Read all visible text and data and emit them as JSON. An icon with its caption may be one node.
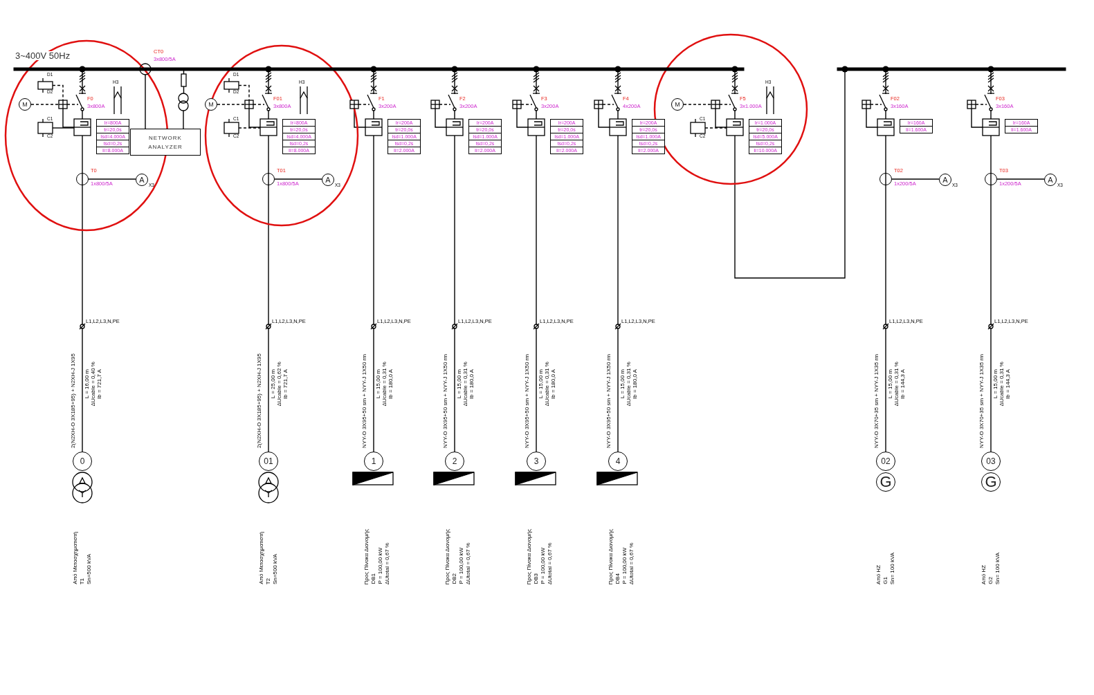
{
  "diagram": {
    "nodes": [
      {
        "text": [],
        "shape": "bar"
      },
      {
        "text": [],
        "shape": "bar"
      },
      {
        "text": [
          "NETWORK ANALYZER"
        ]
      },
      {
        "text": [
          "Ir=800A",
          "tr=20,0s",
          "Isd=4.000A",
          "tsd=0,2s",
          "Ii=8.000A"
        ]
      },
      {
        "text": [
          "Ir=800A",
          "tr=20,0s",
          "Isd=4.000A",
          "tsd=0,2s",
          "Ii=8.000A"
        ]
      },
      {
        "text": [
          "Ir=200A",
          "tr=20,0s",
          "Isd=1.000A",
          "tsd=0,2s",
          "Ii=2.000A"
        ]
      },
      {
        "text": [
          "Ir=200A",
          "tr=20,0s",
          "Isd=1.000A",
          "tsd=0,2s",
          "Ii=2.000A"
        ]
      },
      {
        "text": [
          "Ir=200A",
          "tr=20,0s",
          "Isd=1.000A",
          "tsd=0,2s",
          "Ii=2.000A"
        ]
      },
      {
        "text": [
          "Ir=200A",
          "tr=20,0s",
          "Isd=1.000A",
          "tsd=0,2s",
          "Ii=2.000A"
        ]
      },
      {
        "text": [
          "Ir=1.000A",
          "tr=20,0s",
          "Isd=5.000A",
          "tsd=0,2s",
          "Ii=10.000A"
        ]
      },
      {
        "text": [
          "Ir=160A",
          "Ii=1.600A"
        ]
      },
      {
        "text": [
          "Ir=160A",
          "Ii=1.600A"
        ]
      },
      {
        "text": [
          "0"
        ]
      },
      {
        "text": [
          "01"
        ]
      },
      {
        "text": [
          "1"
        ]
      },
      {
        "text": [
          "2"
        ]
      },
      {
        "text": [
          "3"
        ]
      },
      {
        "text": [
          "4"
        ]
      },
      {
        "text": [
          "02"
        ]
      },
      {
        "text": [
          "03"
        ]
      },
      {
        "text": [
          "G"
        ]
      },
      {
        "text": [
          "G"
        ]
      },
      {
        "text": [],
        "shape": "circle"
      },
      {
        "text": [],
        "shape": "circle"
      },
      {
        "text": [],
        "shape": "circle"
      },
      {
        "text": [],
        "shape": "circle"
      },
      {
        "text": [
          "A"
        ]
      },
      {
        "text": [
          "A"
        ]
      },
      {
        "text": [
          "A"
        ]
      },
      {
        "text": [
          "A"
        ]
      },
      {
        "text": [
          "M"
        ]
      },
      {
        "text": [
          "M"
        ]
      },
      {
        "text": [
          "M"
        ]
      },
      {
        "text": [],
        "shape": "box"
      },
      {
        "text": [],
        "shape": "box"
      },
      {
        "text": [],
        "shape": "box"
      },
      {
        "text": [],
        "shape": "box"
      },
      {
        "text": [],
        "shape": "box"
      },
      {
        "text": [],
        "shape": "box"
      },
      {
        "text": [],
        "shape": "box"
      },
      {
        "text": [],
        "shape": "box"
      },
      {
        "text": [],
        "shape": "box"
      },
      {
        "text": [],
        "shape": "box"
      },
      {
        "text": [],
        "shape": "box"
      },
      {
        "text": [],
        "shape": "box"
      },
      {
        "text": [],
        "shape": "box"
      },
      {
        "text": [],
        "shape": "box"
      },
      {
        "text": [],
        "shape": "box"
      },
      {
        "text": [],
        "shape": "box"
      },
      {
        "text": [],
        "shape": "box"
      },
      {
        "text": [],
        "shape": "box"
      },
      {
        "text": [],
        "shape": "box"
      },
      {
        "text": [],
        "shape": "box"
      },
      {
        "text": [],
        "shape": "box"
      },
      {
        "text": [],
        "shape": "box"
      },
      {
        "text": [],
        "shape": "box"
      },
      {
        "text": [],
        "shape": "switch"
      },
      {
        "text": [],
        "shape": "switch"
      },
      {
        "text": [],
        "shape": "switch"
      },
      {
        "text": [],
        "shape": "switch"
      },
      {
        "text": [],
        "shape": "switch"
      },
      {
        "text": [],
        "shape": "switch"
      },
      {
        "text": [],
        "shape": "switch"
      },
      {
        "text": [],
        "shape": "switch"
      },
      {
        "text": [],
        "shape": "switch"
      },
      {
        "text": [],
        "shape": "circle"
      },
      {
        "text": [],
        "shape": "circle"
      },
      {
        "text": [],
        "shape": "box"
      }
    ],
    "edges": [
      {
        "from": 0,
        "to": 56,
        "arrow": "other"
      },
      {
        "from": 0,
        "to": 57,
        "arrow": "other"
      },
      {
        "from": 0,
        "to": 58,
        "arrow": "other"
      },
      {
        "from": 0,
        "to": 59,
        "arrow": "other"
      },
      {
        "from": 0,
        "to": 60,
        "arrow": "other"
      },
      {
        "from": 0,
        "to": 61,
        "arrow": "other"
      },
      {
        "from": 48,
        "to": 1,
        "arrow": "other"
      },
      {
        "from": 1,
        "to": 63,
        "arrow": "other"
      },
      {
        "from": 1,
        "to": 64,
        "arrow": "other"
      },
      {
        "from": 22,
        "to": 26,
        "arrow": "none"
      },
      {
        "from": 23,
        "to": 27,
        "arrow": "none"
      },
      {
        "from": 24,
        "to": 28,
        "arrow": "none"
      },
      {
        "from": 25,
        "to": 29,
        "arrow": "none"
      },
      {
        "from": 2,
        "to": 65,
        "arrow": "none"
      },
      {
        "from": 2,
        "to": 66,
        "arrow": "none"
      },
      {
        "from": 30,
        "to": 33,
        "arrow": "none",
        "style": "dashed"
      },
      {
        "from": 31,
        "to": 34,
        "arrow": "none",
        "style": "dashed"
      },
      {
        "from": 32,
        "to": 39,
        "arrow": "none",
        "style": "dashed"
      },
      {
        "from": 33,
        "to": 42,
        "arrow": "none"
      },
      {
        "from": 34,
        "to": 43,
        "arrow": "none"
      },
      {
        "from": 35,
        "to": 44,
        "arrow": "none"
      },
      {
        "from": 36,
        "to": 45,
        "arrow": "none"
      },
      {
        "from": 37,
        "to": 46,
        "arrow": "none"
      },
      {
        "from": 38,
        "to": 47,
        "arrow": "none"
      },
      {
        "from": 39,
        "to": 48,
        "arrow": "none"
      },
      {
        "from": 40,
        "to": 49,
        "arrow": "none"
      },
      {
        "from": 41,
        "to": 50,
        "arrow": "none"
      },
      {
        "from": 51,
        "to": 33,
        "arrow": "none",
        "style": "dashed"
      },
      {
        "from": 52,
        "to": 34,
        "arrow": "none",
        "style": "dashed"
      },
      {
        "from": 53,
        "to": 42,
        "arrow": "none"
      },
      {
        "from": 54,
        "to": 43,
        "arrow": "none",
        "style": "dashed"
      },
      {
        "from": 55,
        "to": 48,
        "arrow": "none",
        "style": "dashed"
      },
      {
        "from": 0,
        "to": 62,
        "arrow": "other"
      },
      {
        "from": 56,
        "to": 42,
        "arrow": "none"
      },
      {
        "from": 57,
        "to": 43,
        "arrow": "none"
      },
      {
        "from": 58,
        "to": 44,
        "arrow": "none"
      },
      {
        "from": 59,
        "to": 45,
        "arrow": "none"
      },
      {
        "from": 60,
        "to": 46,
        "arrow": "none"
      },
      {
        "from": 61,
        "to": 47,
        "arrow": "none"
      },
      {
        "from": 62,
        "to": 48,
        "arrow": "none"
      },
      {
        "from": 63,
        "to": 49,
        "arrow": "none"
      },
      {
        "from": 64,
        "to": 50,
        "arrow": "none"
      },
      {
        "from": 42,
        "to": 12,
        "arrow": "none"
      },
      {
        "from": 43,
        "to": 13,
        "arrow": "none"
      },
      {
        "from": 44,
        "to": 14,
        "arrow": "none"
      },
      {
        "from": 45,
        "to": 15,
        "arrow": "none"
      },
      {
        "from": 46,
        "to": 16,
        "arrow": "none"
      },
      {
        "from": 47,
        "to": 17,
        "arrow": "none"
      },
      {
        "from": 49,
        "to": 18,
        "arrow": "none"
      },
      {
        "from": 50,
        "to": 19,
        "arrow": "none"
      },
      {
        "from": 33,
        "to": 56,
        "arrow": "none",
        "style": "dashed"
      },
      {
        "from": 34,
        "to": 57,
        "arrow": "none",
        "style": "dashed"
      },
      {
        "from": 35,
        "to": 58,
        "arrow": "none",
        "style": "dashed"
      },
      {
        "from": 36,
        "to": 59,
        "arrow": "none",
        "style": "dashed"
      },
      {
        "from": 37,
        "to": 60,
        "arrow": "none",
        "style": "dashed"
      },
      {
        "from": 38,
        "to": 61,
        "arrow": "none",
        "style": "dashed"
      },
      {
        "from": 39,
        "to": 62,
        "arrow": "none",
        "style": "dashed"
      },
      {
        "from": 40,
        "to": 63,
        "arrow": "none",
        "style": "dashed"
      },
      {
        "from": 41,
        "to": 64,
        "arrow": "none",
        "style": "dashed"
      },
      {
        "from": 66,
        "to": 67,
        "arrow": "none"
      },
      {
        "from": 67,
        "to": 0,
        "arrow": "none"
      }
    ],
    "labels": [
      "3~400V 50Hz",
      "CT0",
      "3x800/5A",
      "D1",
      "D2",
      "H3",
      "F0",
      "3x800A",
      "C1",
      "C2",
      "T0",
      "1x800/5A",
      "X3",
      "L1,L2,L3,N,PE",
      "2(N2XH-O 3X185+95) + N2XH-J 1X95",
      "L = 16,00 m",
      "ΔUcable = 0,40 %",
      "Ib = 721,7 A",
      "Από Μετασχηματιστή",
      "T1",
      "Sn=500 kVA",
      "D1",
      "D2",
      "H3",
      "F01",
      "3x800A",
      "C1",
      "C2",
      "T01",
      "1x800/5A",
      "X3",
      "L1,L2,L3,N,PE",
      "2(N2XH-O 3X185+95) + N2XH-J 1X95",
      "L = 25,00 m",
      "ΔUcable = 0,62 %",
      "Ib = 721,7 A",
      "Από Μετασχηματιστή",
      "T2",
      "Sn=500 kVA",
      "F1",
      "3x200A",
      "L1,L2,L3,N,PE",
      "NYY-O 3X95+50 sm + NYY-J 1X50 rm",
      "L = 15,00 m",
      "ΔUcable = 0,31 %",
      "Ib = 180,0 A",
      "Προς Πίνακα Διανομής",
      "DB1",
      "P = 100,00 kW",
      "ΔUtotal = 0,67 %",
      "F2",
      "3x200A",
      "L1,L2,L3,N,PE",
      "NYY-O 3X95+50 sm + NYY-J 1X50 rm",
      "L = 15,00 m",
      "ΔUcable = 0,31 %",
      "Ib = 180,0 A",
      "Προς Πίνακα Διανομής",
      "DB2",
      "P = 100,00 kW",
      "ΔUtotal = 0,67 %",
      "F3",
      "3x200A",
      "L1,L2,L3,N,PE",
      "NYY-O 3X95+50 sm + NYY-J 1X50 rm",
      "L = 15,00 m",
      "ΔUcable = 0,31 %",
      "Ib = 180,0 A",
      "Προς Πίνακα Διανομής",
      "DB3",
      "P = 100,00 kW",
      "ΔUtotal = 0,67 %",
      "F4",
      "4x200A",
      "L1,L2,L3,N,PE",
      "NYY-O 3X95+50 sm + NYY-J 1X50 rm",
      "L = 15,00 m",
      "ΔUcable = 0,31 %",
      "Ib = 180,0 A",
      "Προς Πίνακα Διανομής",
      "DB4",
      "P = 100,00 kW",
      "ΔUtotal = 0,67 %",
      "H3",
      "F5",
      "3x1.000A",
      "C1",
      "C2",
      "F02",
      "3x160A",
      "T02",
      "1x200/5A",
      "X3",
      "L1,L2,L3,N,PE",
      "NYY-O 3X70+35 sm + NYY-J 1X35 rm",
      "L = 15,00 m",
      "ΔUcable = 0,31 %",
      "Ib = 144,3 A",
      "Από ΗΖ",
      "G1",
      "Sn= 100 kVA",
      "F03",
      "3x160A",
      "T03",
      "1x200/5A",
      "X3",
      "L1,L2,L3,N,PE",
      "NYY-O 3X70+35 sm + NYY-J 1X35 rm",
      "L = 15,00 m",
      "ΔUcable = 0,31 %",
      "Ib = 144,3 A",
      "Από ΗΖ",
      "G2",
      "Sn= 100 kVA"
    ]
  }
}
